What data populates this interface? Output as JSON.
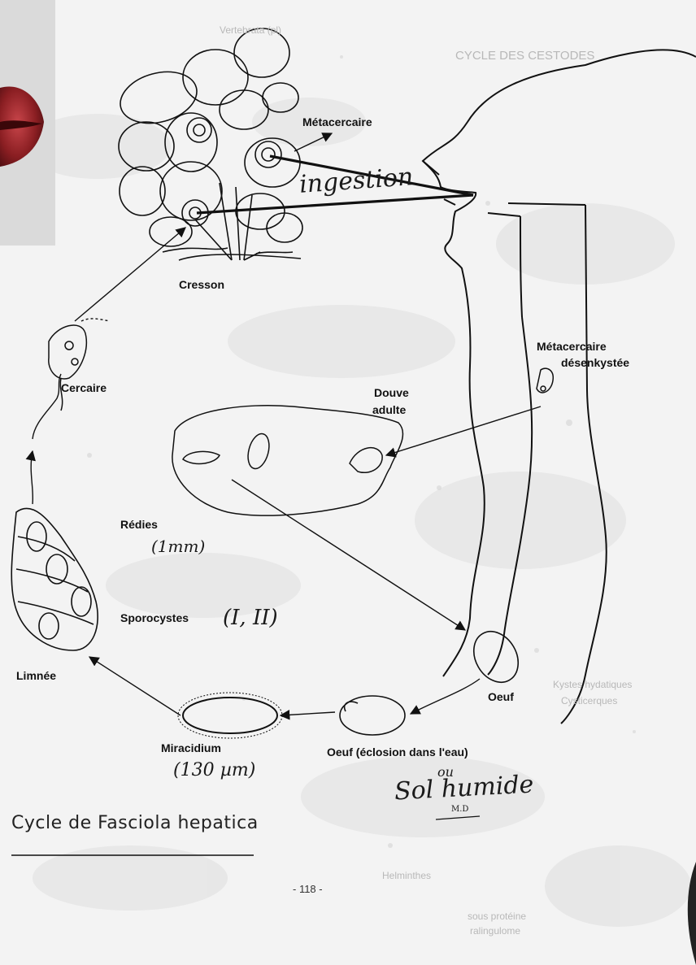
{
  "labels": {
    "metacercaire": "Métacercaire",
    "ingestion": "ingestion",
    "cresson": "Cresson",
    "metacercaire_desenkystee_1": "Métacercaire",
    "metacercaire_desenkystee_2": "désenkystée",
    "cercaire": "Cercaire",
    "douve_adulte_1": "Douve",
    "douve_adulte_2": "adulte",
    "redies": "Rédies",
    "redies_size": "(1mm)",
    "sporocystes": "Sporocystes",
    "sporocystes_roman": "(I, II)",
    "limnee": "Limnée",
    "oeuf": "Oeuf",
    "miracidium": "Miracidium",
    "miracidium_size": "(130 µm)",
    "oeuf_eclosion": "Oeuf (éclosion dans l'eau)",
    "sol_humide_ou": "ou",
    "sol_humide": "Sol humide",
    "initials": "M.D"
  },
  "title": "Cycle de Fasciola hepatica",
  "page_number": "- 118 -",
  "background_fragments": {
    "top_text": "Vertebrata (pl)",
    "header_faint": "CYCLE DES CESTODES",
    "mid_faint_1": "Kystes hydatiques",
    "mid_faint_2": "Cysticerques",
    "lower_faint_1": "Helminthes",
    "lower_faint_2": "sous protéine",
    "lower_faint_3": "ralingulome"
  },
  "colors": {
    "paper": "#f3f3f3",
    "ink": "#111111",
    "photo_red": "#8a1e22"
  }
}
